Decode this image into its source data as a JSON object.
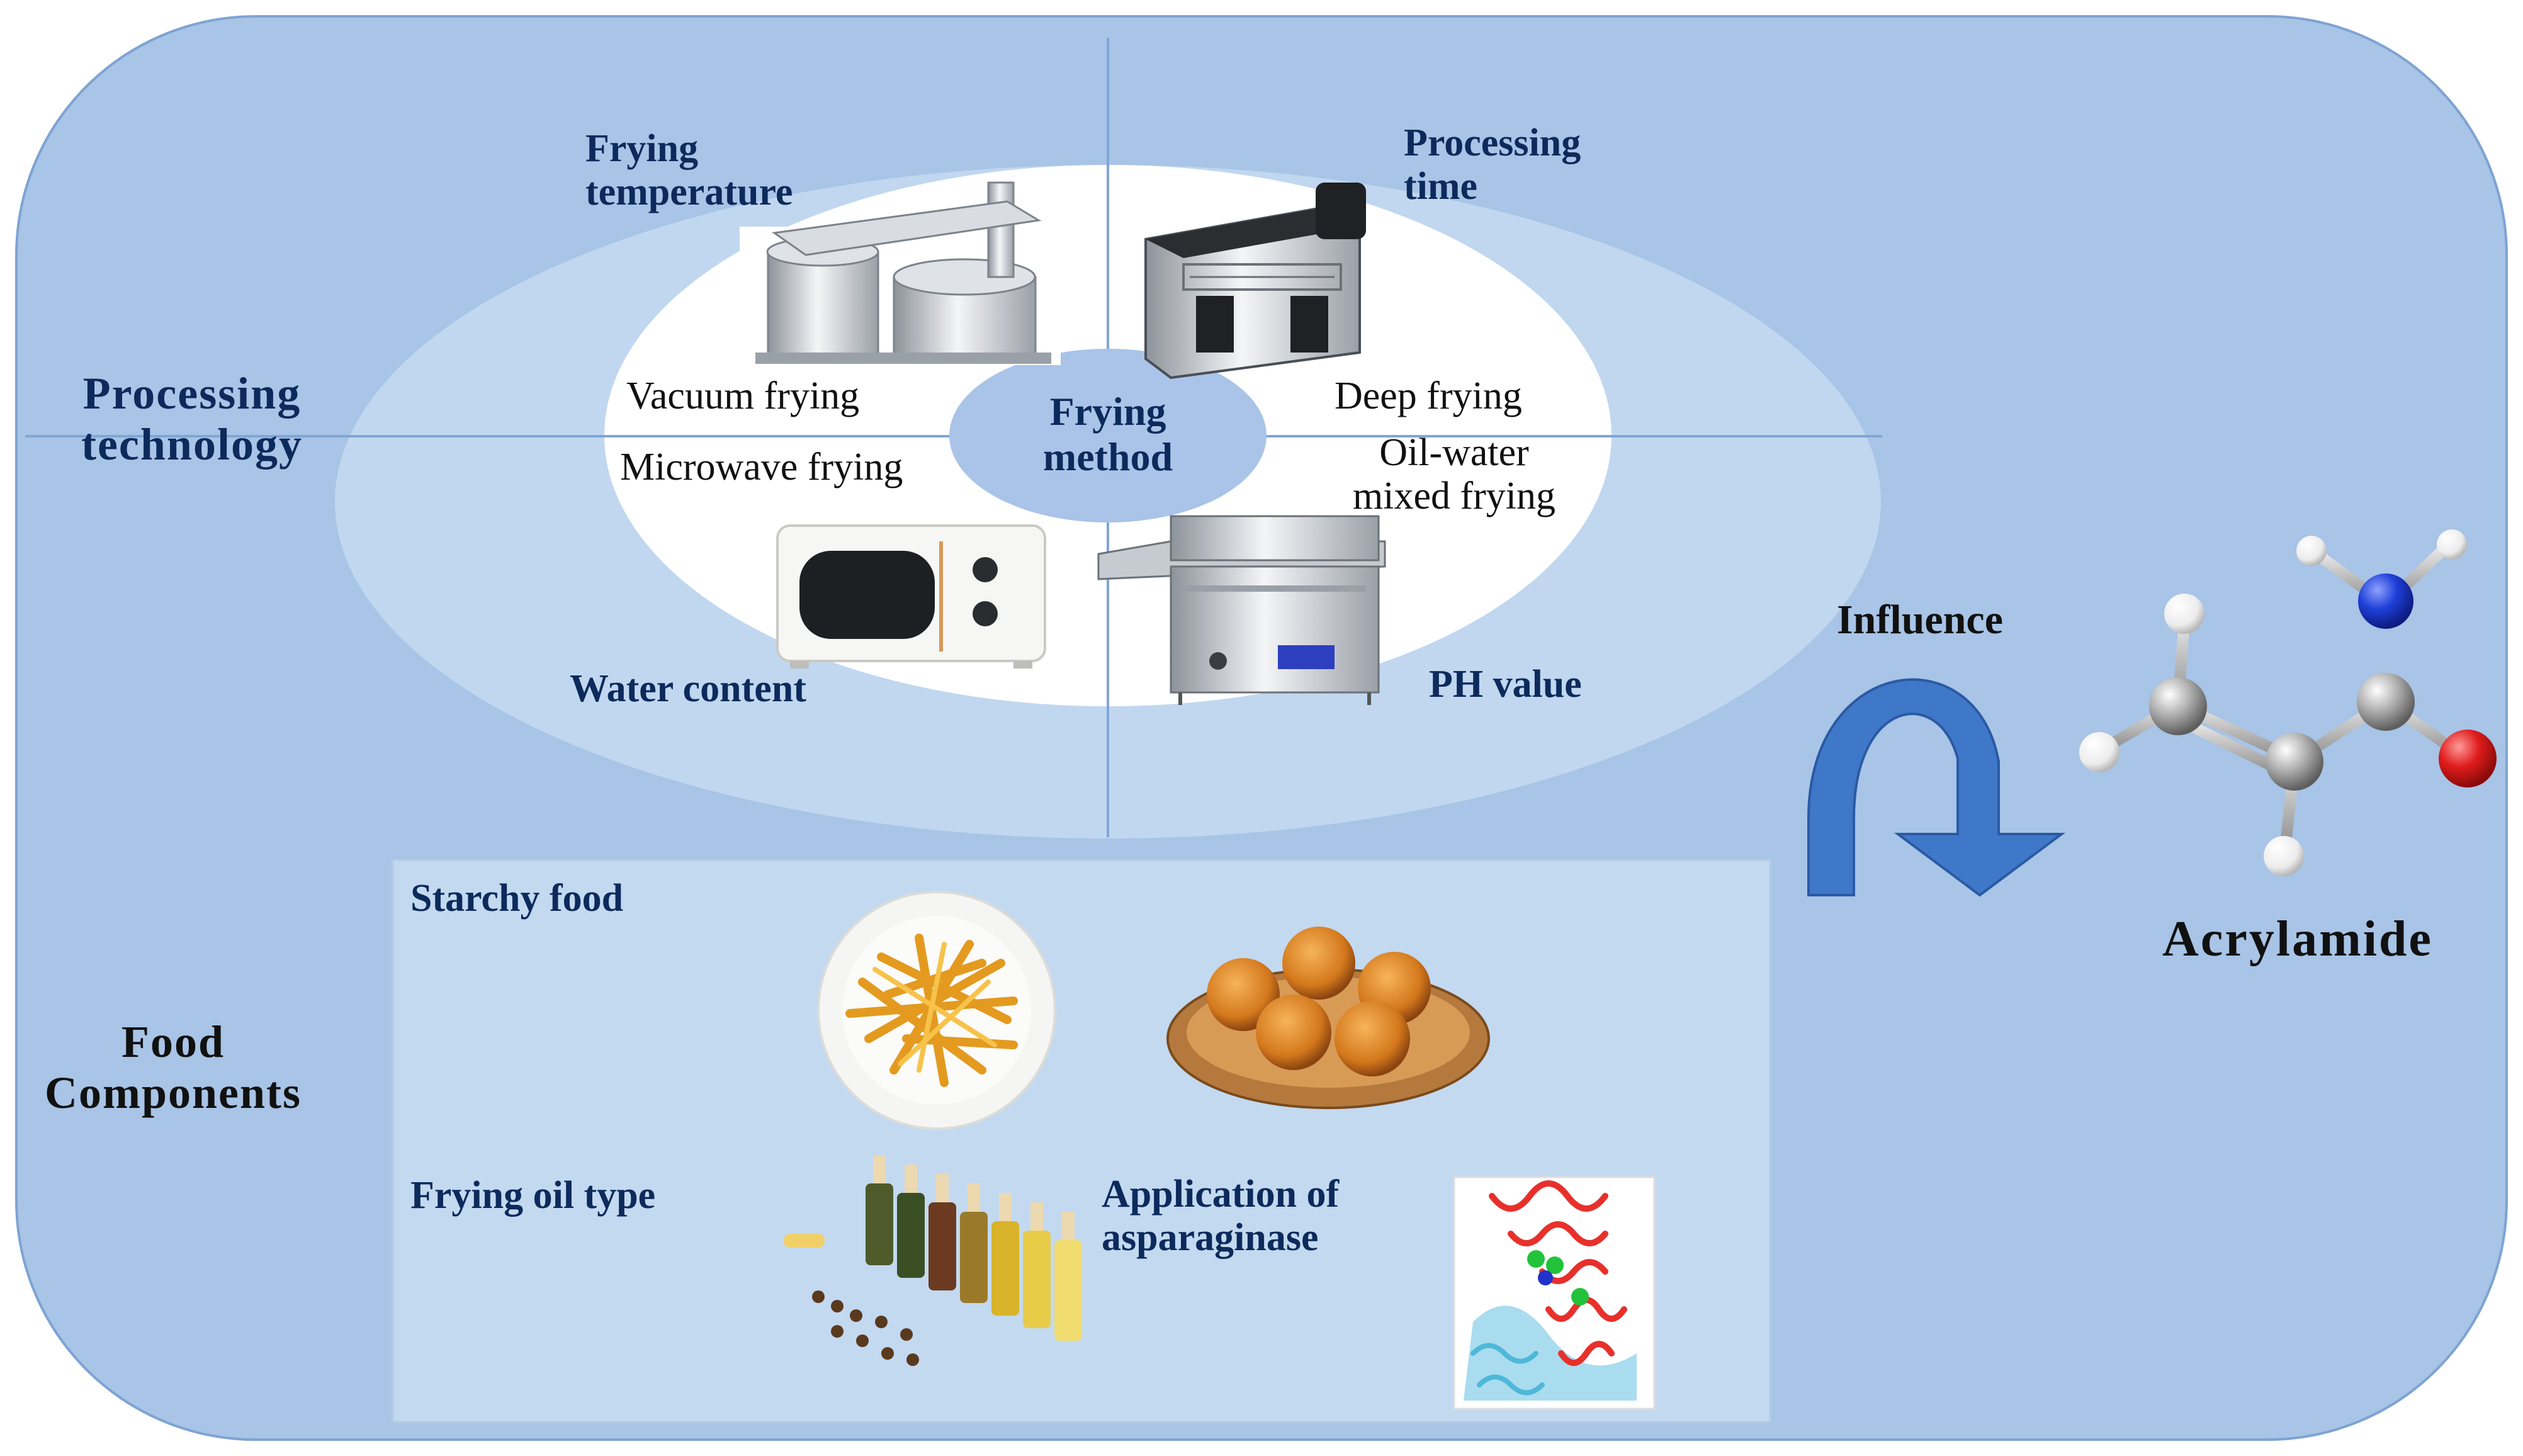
{
  "colors": {
    "panel": "#a8c4e6",
    "panel_edge": "#7ea3d2",
    "ellipse_outer": "#c0d7ef",
    "ellipse_inner": "#ffffff",
    "center_ellipse": "#a9c4e8",
    "food_box": "#c3d9f0",
    "label_navy": "#0d2a5c",
    "arrow": "#3f78c8"
  },
  "side_labels": {
    "processing_technology": "Processing technology",
    "food_components": "Food Components"
  },
  "frying": {
    "center": "Frying method",
    "quadrants": {
      "top_left": "Frying temperature",
      "top_right": "Processing time",
      "bottom_left": "Water content",
      "bottom_right": "PH value"
    },
    "methods": {
      "vacuum": "Vacuum frying",
      "deep": "Deep frying",
      "microwave": "Microwave frying",
      "oil_water": "Oil-water mixed frying"
    },
    "devices": {
      "vacuum_fryer": "vacuum-fryer",
      "deep_fryer": "deep-fryer",
      "microwave": "microwave-oven",
      "oil_water_fryer": "oil-water-fryer"
    }
  },
  "food": {
    "starchy": "Starchy food",
    "oil": "Frying oil type",
    "asparaginase": "Application of asparaginase",
    "images": {
      "fries": "french-fries",
      "buns": "baked-buns",
      "oils": "oil-bottles",
      "protein": "asparaginase-protein"
    }
  },
  "influence": "Influence",
  "molecule": {
    "name": "Acrylamide",
    "atoms": {
      "carbon": "#9a9a9a",
      "hydrogen": "#f2f2f2",
      "nitrogen": "#1f3fd8",
      "oxygen": "#e01c1c"
    }
  }
}
